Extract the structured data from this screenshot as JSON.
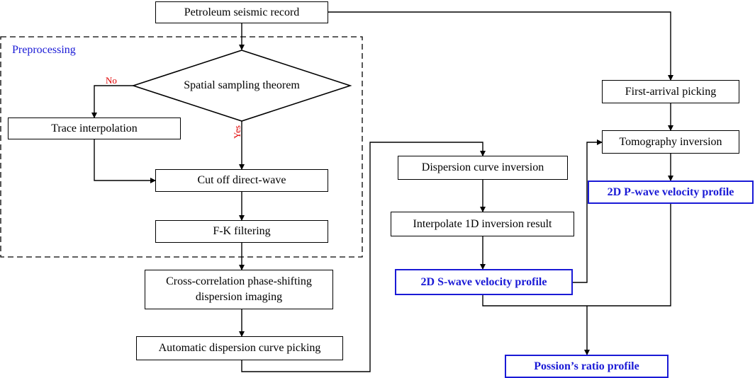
{
  "region_label": "Preprocessing",
  "decision": {
    "label": "Spatial sampling theorem",
    "no_label": "No",
    "yes_label": "Yes"
  },
  "nodes": {
    "petroleum_record": "Petroleum seismic record",
    "trace_interpolation": "Trace interpolation",
    "cut_off_direct_wave": "Cut off direct-wave",
    "fk_filtering": "F-K filtering",
    "cross_correlation": "Cross-correlation phase-shifting dispersion imaging",
    "auto_picking": "Automatic dispersion curve picking",
    "dispersion_inversion": "Dispersion curve inversion",
    "interpolate_1d": "Interpolate 1D inversion result",
    "s_wave_profile": "2D S-wave velocity profile",
    "first_arrival": "First-arrival picking",
    "tomography": "Tomography inversion",
    "p_wave_profile": "2D P-wave velocity profile",
    "poisson_profile": "Possion’s ratio profile"
  },
  "colors": {
    "highlight": "#1a1ad6",
    "decision_branch": "#e00000"
  }
}
